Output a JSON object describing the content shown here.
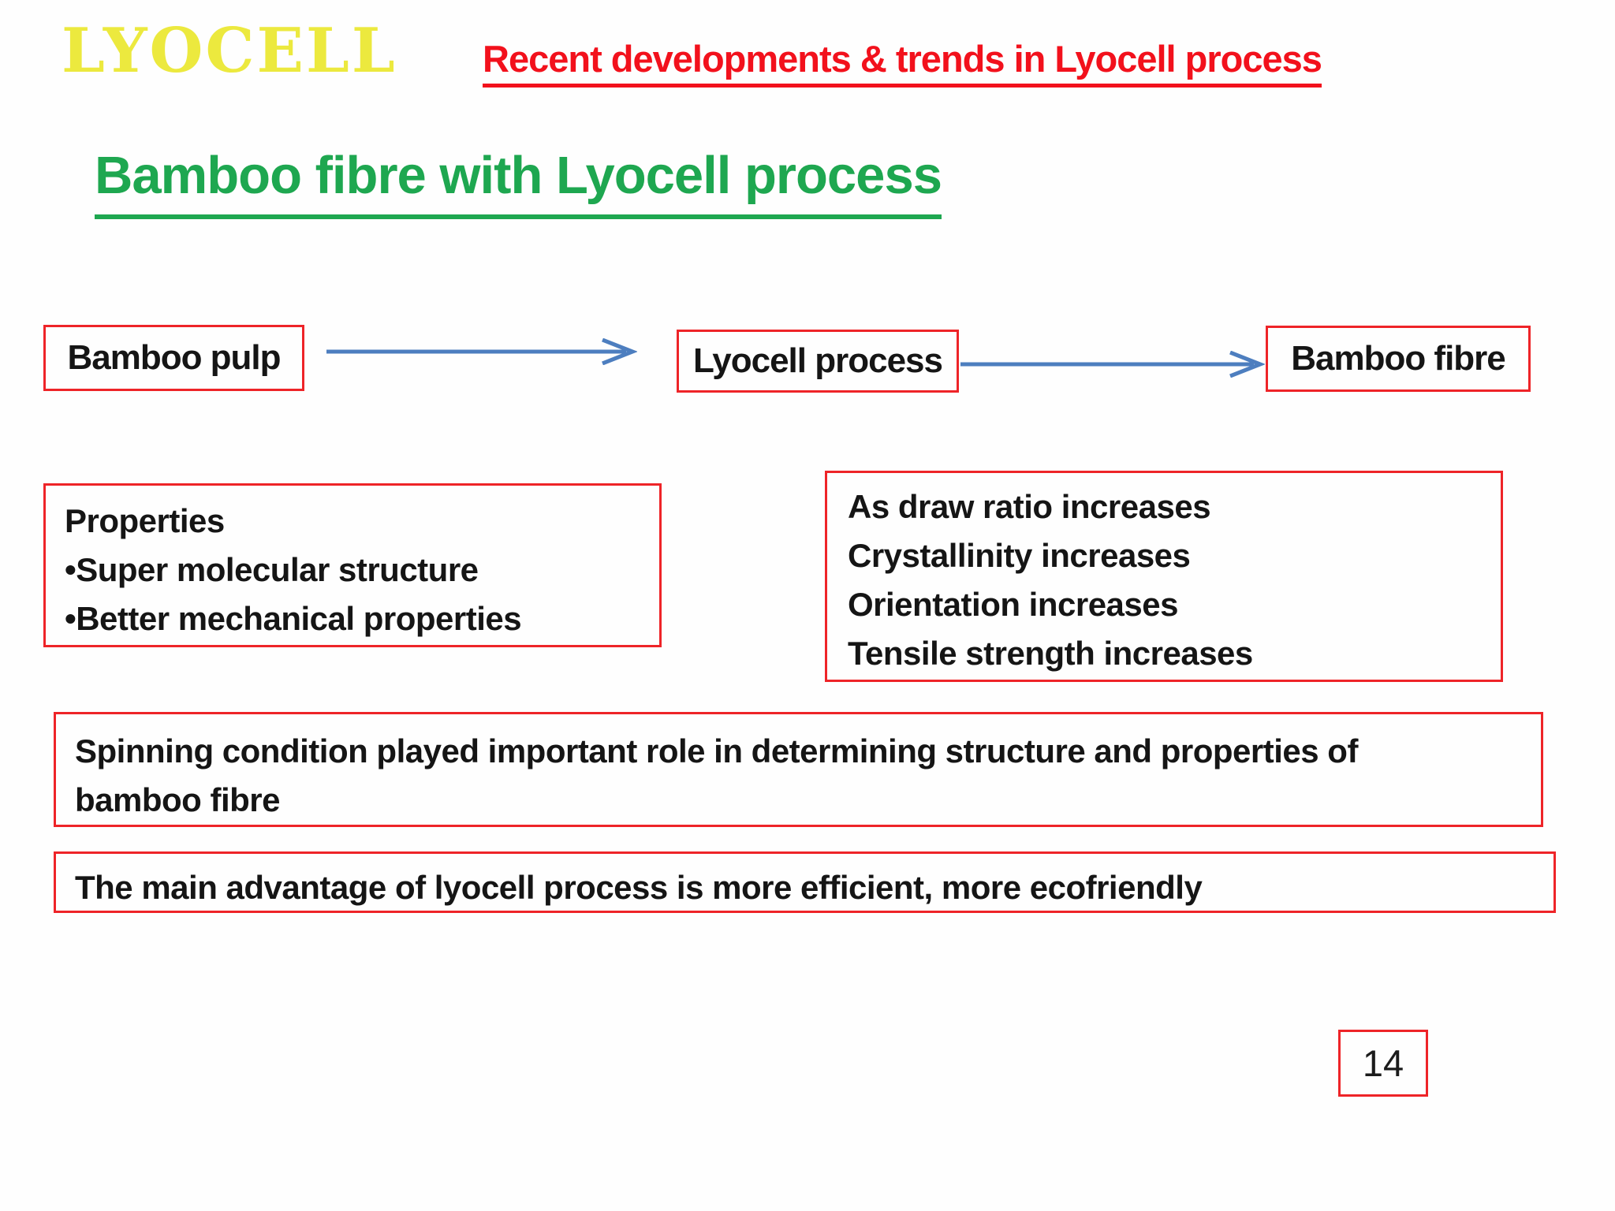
{
  "logo": {
    "text": "LYOCELL"
  },
  "header": {
    "title": "Recent developments & trends in Lyocell process"
  },
  "heading": {
    "text": "Bamboo fibre with Lyocell process"
  },
  "flow": {
    "nodes": [
      "Bamboo pulp",
      "Lyocell process",
      "Bamboo fibre"
    ]
  },
  "properties_box": {
    "title": "Properties",
    "items": [
      "•Super molecular structure",
      "•Better mechanical properties"
    ]
  },
  "draw_ratio_box": {
    "lines": [
      "As draw ratio increases",
      "Crystallinity increases",
      "Orientation increases",
      "Tensile strength increases"
    ]
  },
  "notes": {
    "spinning": "Spinning condition played important role in determining structure and properties of bamboo fibre",
    "advantage": "The main advantage of lyocell process is more efficient, more ecofriendly"
  },
  "page": {
    "number": "14"
  },
  "colors": {
    "title_red": "#f2111c",
    "border_red": "#ee2428",
    "heading_green": "#1ea750",
    "logo_yellow": "#ece93e",
    "arrow_blue": "#4d7ebf",
    "text_black": "#151515"
  }
}
